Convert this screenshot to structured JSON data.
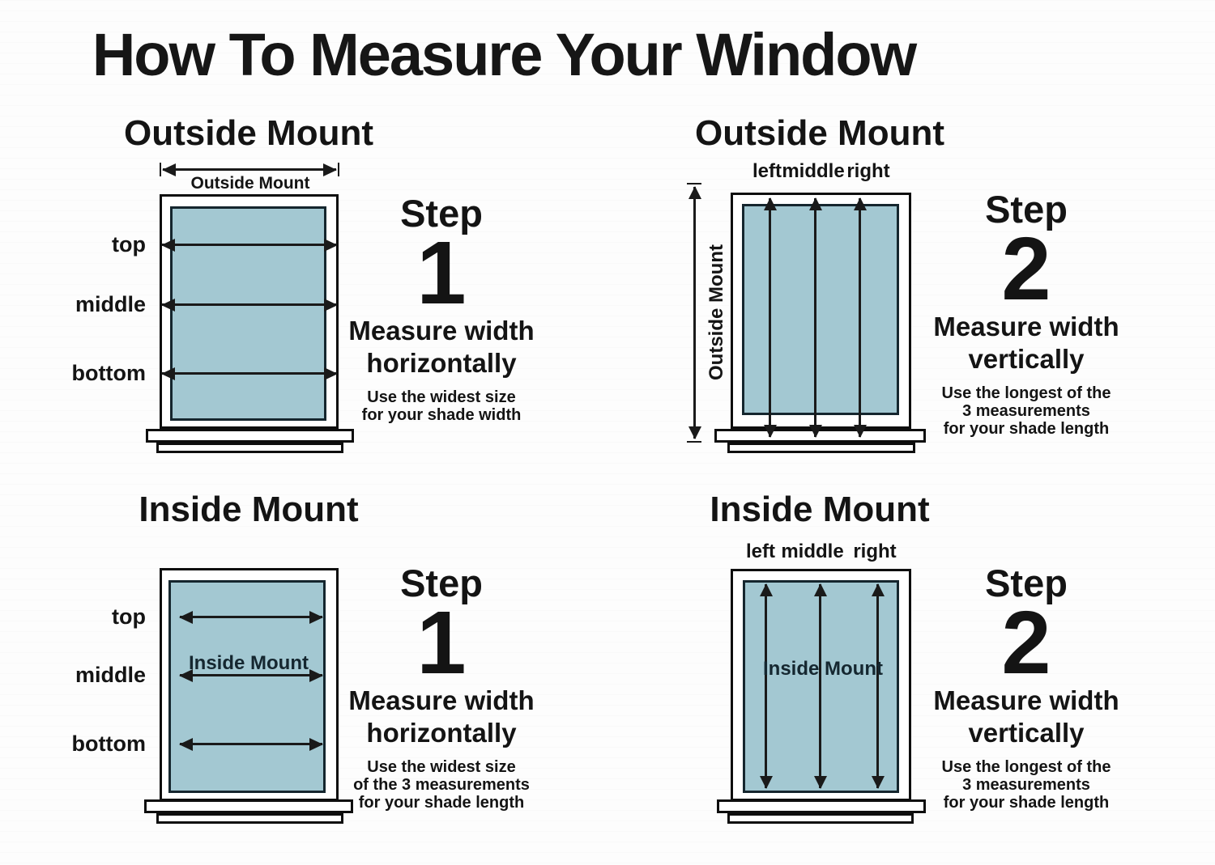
{
  "title": "How To Measure Your Window",
  "colors": {
    "glass": "#a3c8d2",
    "line": "#1a1a1a"
  },
  "sections": {
    "outside_horizontal": {
      "heading": "Outside Mount",
      "measure_arrow_label": "Outside Mount",
      "row_labels": [
        "top",
        "middle",
        "bottom"
      ],
      "step": {
        "label": "Step",
        "number": "1",
        "line1": "Measure width",
        "line2": "horizontally",
        "note": [
          "Use the widest size",
          "for your shade width"
        ]
      }
    },
    "outside_vertical": {
      "heading": "Outside Mount",
      "measure_arrow_label": "Outside Mount",
      "col_labels": [
        "left",
        "middle",
        "right"
      ],
      "step": {
        "label": "Step",
        "number": "2",
        "line1": "Measure width",
        "line2": "vertically",
        "note": [
          "Use the longest of the",
          "3 measurements",
          "for your shade length"
        ]
      }
    },
    "inside_horizontal": {
      "heading": "Inside Mount",
      "glass_label": "Inside Mount",
      "row_labels": [
        "top",
        "middle",
        "bottom"
      ],
      "step": {
        "label": "Step",
        "number": "1",
        "line1": "Measure width",
        "line2": "horizontally",
        "note": [
          "Use the widest size",
          "of the 3 measurements",
          "for your shade length"
        ]
      }
    },
    "inside_vertical": {
      "heading": "Inside Mount",
      "glass_label": "Inside Mount",
      "col_labels": [
        "left",
        "middle",
        "right"
      ],
      "step": {
        "label": "Step",
        "number": "2",
        "line1": "Measure width",
        "line2": "vertically",
        "note": [
          "Use the longest of the",
          "3 measurements",
          "for your shade length"
        ]
      }
    }
  }
}
